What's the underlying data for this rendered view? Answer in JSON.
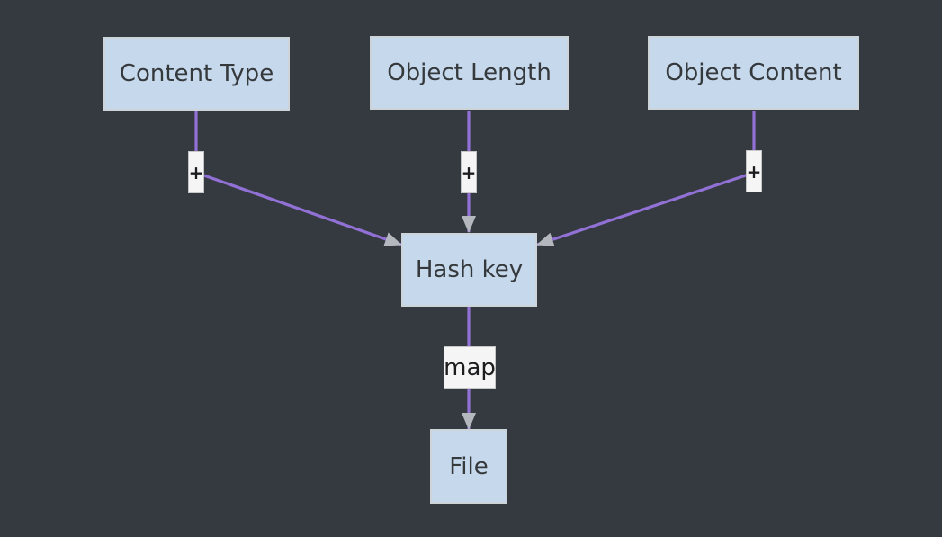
{
  "diagram": {
    "type": "flowchart",
    "direction": "top-down",
    "nodes": [
      {
        "id": "content-type",
        "label": "Content Type"
      },
      {
        "id": "object-length",
        "label": "Object Length"
      },
      {
        "id": "object-content",
        "label": "Object Content"
      },
      {
        "id": "hash-key",
        "label": "Hash key"
      },
      {
        "id": "file",
        "label": "File"
      }
    ],
    "edges": [
      {
        "from": "Content Type",
        "to": "Hash key",
        "label": "+"
      },
      {
        "from": "Object Length",
        "to": "Hash key",
        "label": "+"
      },
      {
        "from": "Object Content",
        "to": "Hash key",
        "label": "+"
      },
      {
        "from": "Hash key",
        "to": "File",
        "label": "map"
      }
    ],
    "colors": {
      "background": "#353a40",
      "node_fill": "#c5d8ec",
      "node_border": "#ccd3d9",
      "node_text": "#35393c",
      "edge": "#9271d6",
      "arrowhead": "#b4b8be",
      "label_bg": "#f5f5f5",
      "label_border": "#c6c6c6",
      "label_text": "#1d1d1f"
    }
  }
}
